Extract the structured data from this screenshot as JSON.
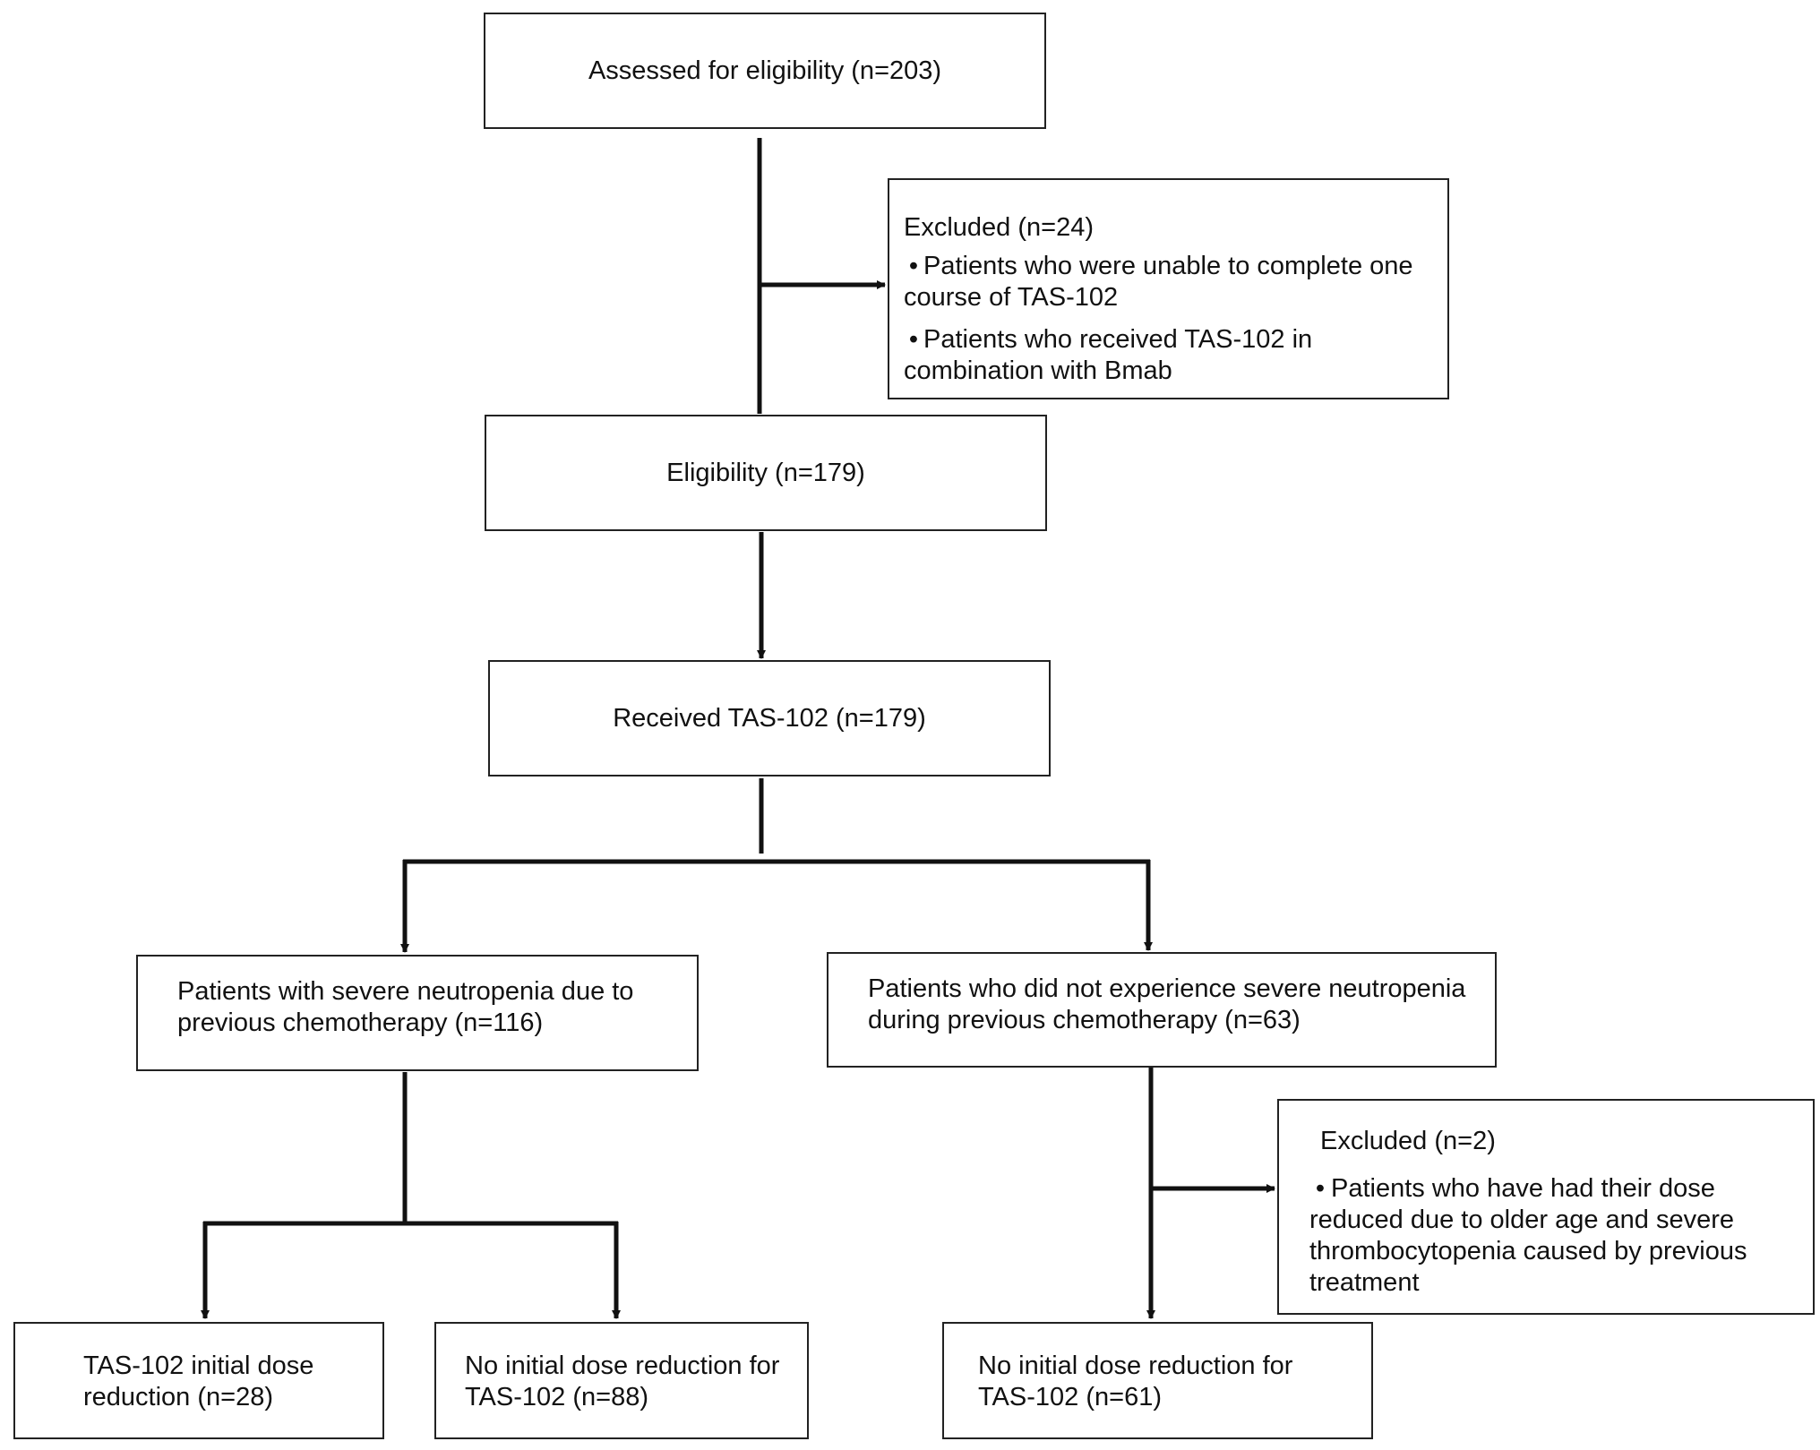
{
  "flowchart": {
    "assessed": "Assessed for eligibility (n=203)",
    "excluded_1": {
      "title": "Excluded (n=24)",
      "bullet_1_line_1": "Patients who were unable to complete one",
      "bullet_1_line_2": "course of TAS-102",
      "bullet_2_line_1": "Patients who received TAS-102 in",
      "bullet_2_line_2": "combination with Bmab"
    },
    "eligibility": "Eligibility (n=179)",
    "received": "Received TAS-102 (n=179)",
    "severe_neutropenia": {
      "line_1": "Patients with severe neutropenia due to",
      "line_2": "previous chemotherapy (n=116)"
    },
    "no_severe_neutropenia": {
      "line_1": "Patients who did not experience severe neutropenia",
      "line_2": "during previous chemotherapy (n=63)"
    },
    "excluded_2": {
      "title": "Excluded (n=2)",
      "bullet_line_1": "Patients who have had their dose",
      "bullet_line_2": "reduced due to older age and severe",
      "bullet_line_3": "thrombocytopenia caused by previous",
      "bullet_line_4": "treatment"
    },
    "dose_reduction": {
      "line_1": "TAS-102 initial dose",
      "line_2": "reduction (n=28)"
    },
    "no_reduction_left": {
      "line_1": "No initial dose reduction for",
      "line_2": "TAS-102 (n=88)"
    },
    "no_reduction_right": {
      "line_1": "No initial dose reduction for",
      "line_2": "TAS-102 (n=61)"
    },
    "bullet_symbol": "•"
  }
}
